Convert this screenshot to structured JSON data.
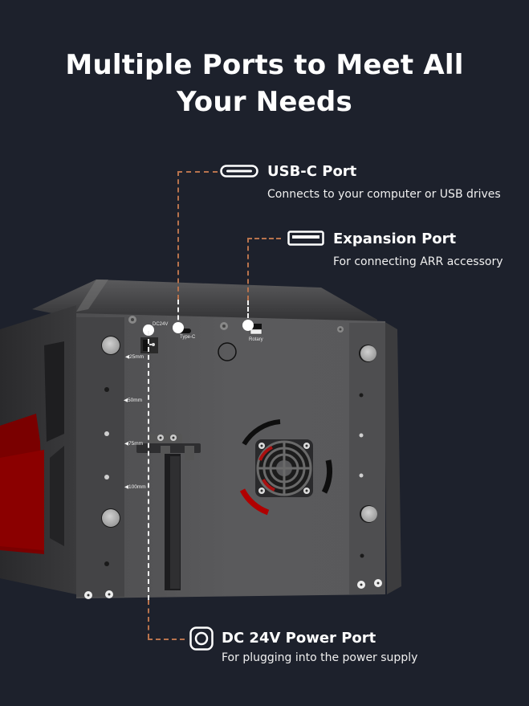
{
  "headline": {
    "line1": "Multiple Ports to Meet All",
    "line2": "Your Needs"
  },
  "callouts": [
    {
      "id": "usb-c",
      "icon": "usb-c-port-icon",
      "title": "USB-C Port",
      "description": "Connects to your computer or USB drives"
    },
    {
      "id": "expansion",
      "icon": "usb-a-port-icon",
      "title": "Expansion Port",
      "description": "For connecting ARR accessory"
    },
    {
      "id": "dc-power",
      "icon": "dc-barrel-port-icon",
      "title": "DC 24V Power Port",
      "description": "For plugging into the power supply"
    }
  ],
  "device_labels": {
    "dc_label": "DC24V",
    "typec_label": "Type-C",
    "rotary_label": "Rotary",
    "ruler": [
      "◀25mm",
      "◀50mm",
      "◀75mm",
      "◀100mm"
    ]
  },
  "colors": {
    "background": "#1d212c",
    "leader_line": "#b8734d",
    "device_body": "#4a4a4c",
    "accent_red": "#8b0000"
  }
}
